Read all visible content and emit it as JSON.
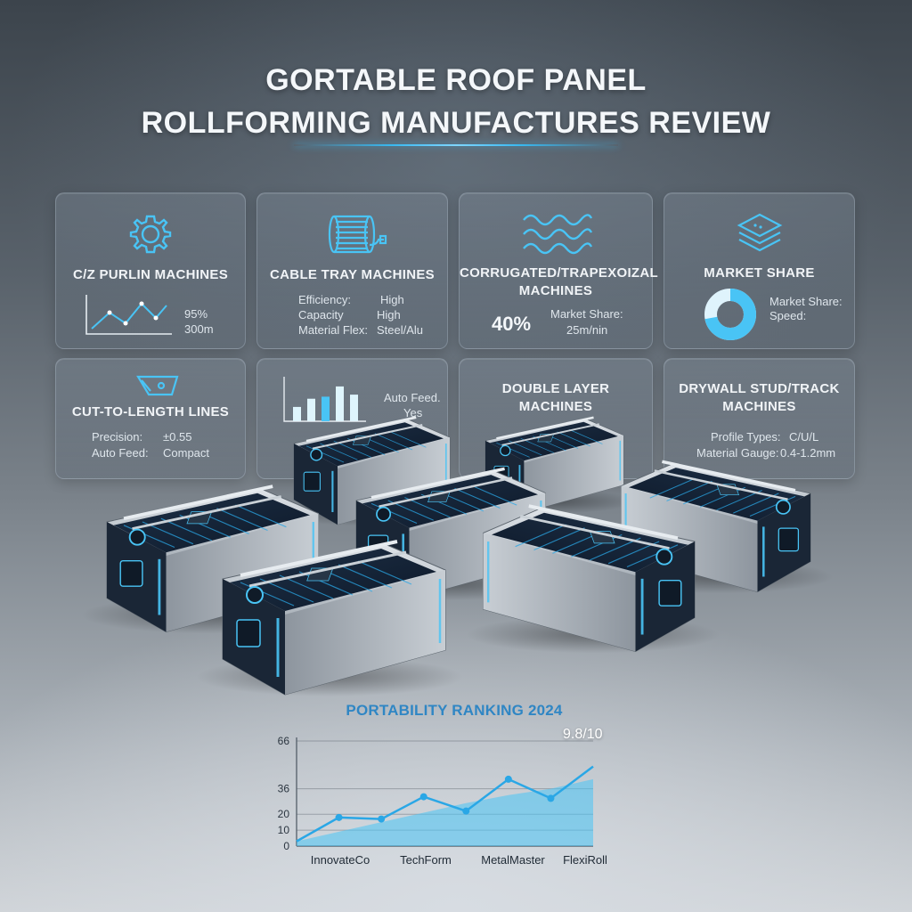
{
  "title_line1": "GORTABLE ROOF PANEL",
  "title_line2": "ROLLFORMING MANUFACTURES REVIEW",
  "accent": "#38b8f0",
  "cards": {
    "purlin": {
      "title": "C/Z PURLIN MACHINES",
      "icon": "gear-icon",
      "value1": "95%",
      "value2": "300m"
    },
    "cable_tray": {
      "title": "CABLE TRAY MACHINES",
      "icon": "cable-spool-icon",
      "rows": [
        {
          "label": "Efficiency:",
          "value": "High"
        },
        {
          "label": "Capacity",
          "value": "High"
        },
        {
          "label": "Material Flex:",
          "value": "Steel/Alu"
        }
      ]
    },
    "corrugated": {
      "title_line1": "CORRUGATED/TRAPEXOIZAL",
      "title_line2": "MACHINES",
      "icon": "wave-icon",
      "percent": "40%",
      "label": "Market Share:",
      "value": "25m/nin"
    },
    "market": {
      "title": "MARKET SHARE",
      "icon": "layers-icon",
      "label1": "Market Share:",
      "label2": "Speed:",
      "donut_fraction": 0.72
    },
    "cut_length": {
      "title": "CUT-TO-LENGTH LINES",
      "icon": "blade-icon",
      "rows": [
        {
          "label": "Precision:",
          "value": "±0.55"
        },
        {
          "label": "Auto Feed:",
          "value": "Compact"
        }
      ]
    },
    "bars": {
      "icon": "bar-chart-icon",
      "label": "Auto Feed.",
      "value": "Yes",
      "bar_values": [
        0.35,
        0.55,
        0.6,
        0.85,
        0.65
      ]
    },
    "double_layer": {
      "title_line1": "DOUBLE LAYER",
      "title_line2": "MACHINES"
    },
    "drywall": {
      "title_line1": "DRYWALL STUD/TRACK",
      "title_line2": "MACHINES",
      "rows": [
        {
          "label": "Profile Types:",
          "value": "C/U/L"
        },
        {
          "label": "Material Gauge:",
          "value": "0.4-1.2mm"
        }
      ]
    }
  },
  "chart_data": {
    "type": "line",
    "title": "PORTABILITY RANKING 2024",
    "annotation": "9.8/10",
    "categories": [
      "InnovateCo",
      "TechForm",
      "MetalMaster",
      "FlexiRoll"
    ],
    "yticks": [
      "0",
      "10",
      "20",
      "36",
      "66"
    ],
    "ytick_values": [
      0,
      10,
      20,
      36,
      66
    ],
    "ylim": [
      0,
      66
    ],
    "series": [
      {
        "values": [
          3,
          18,
          17,
          31,
          22,
          42,
          30,
          50
        ]
      }
    ],
    "area": [
      3,
      9,
      15,
      21,
      27,
      32,
      36,
      42
    ]
  }
}
